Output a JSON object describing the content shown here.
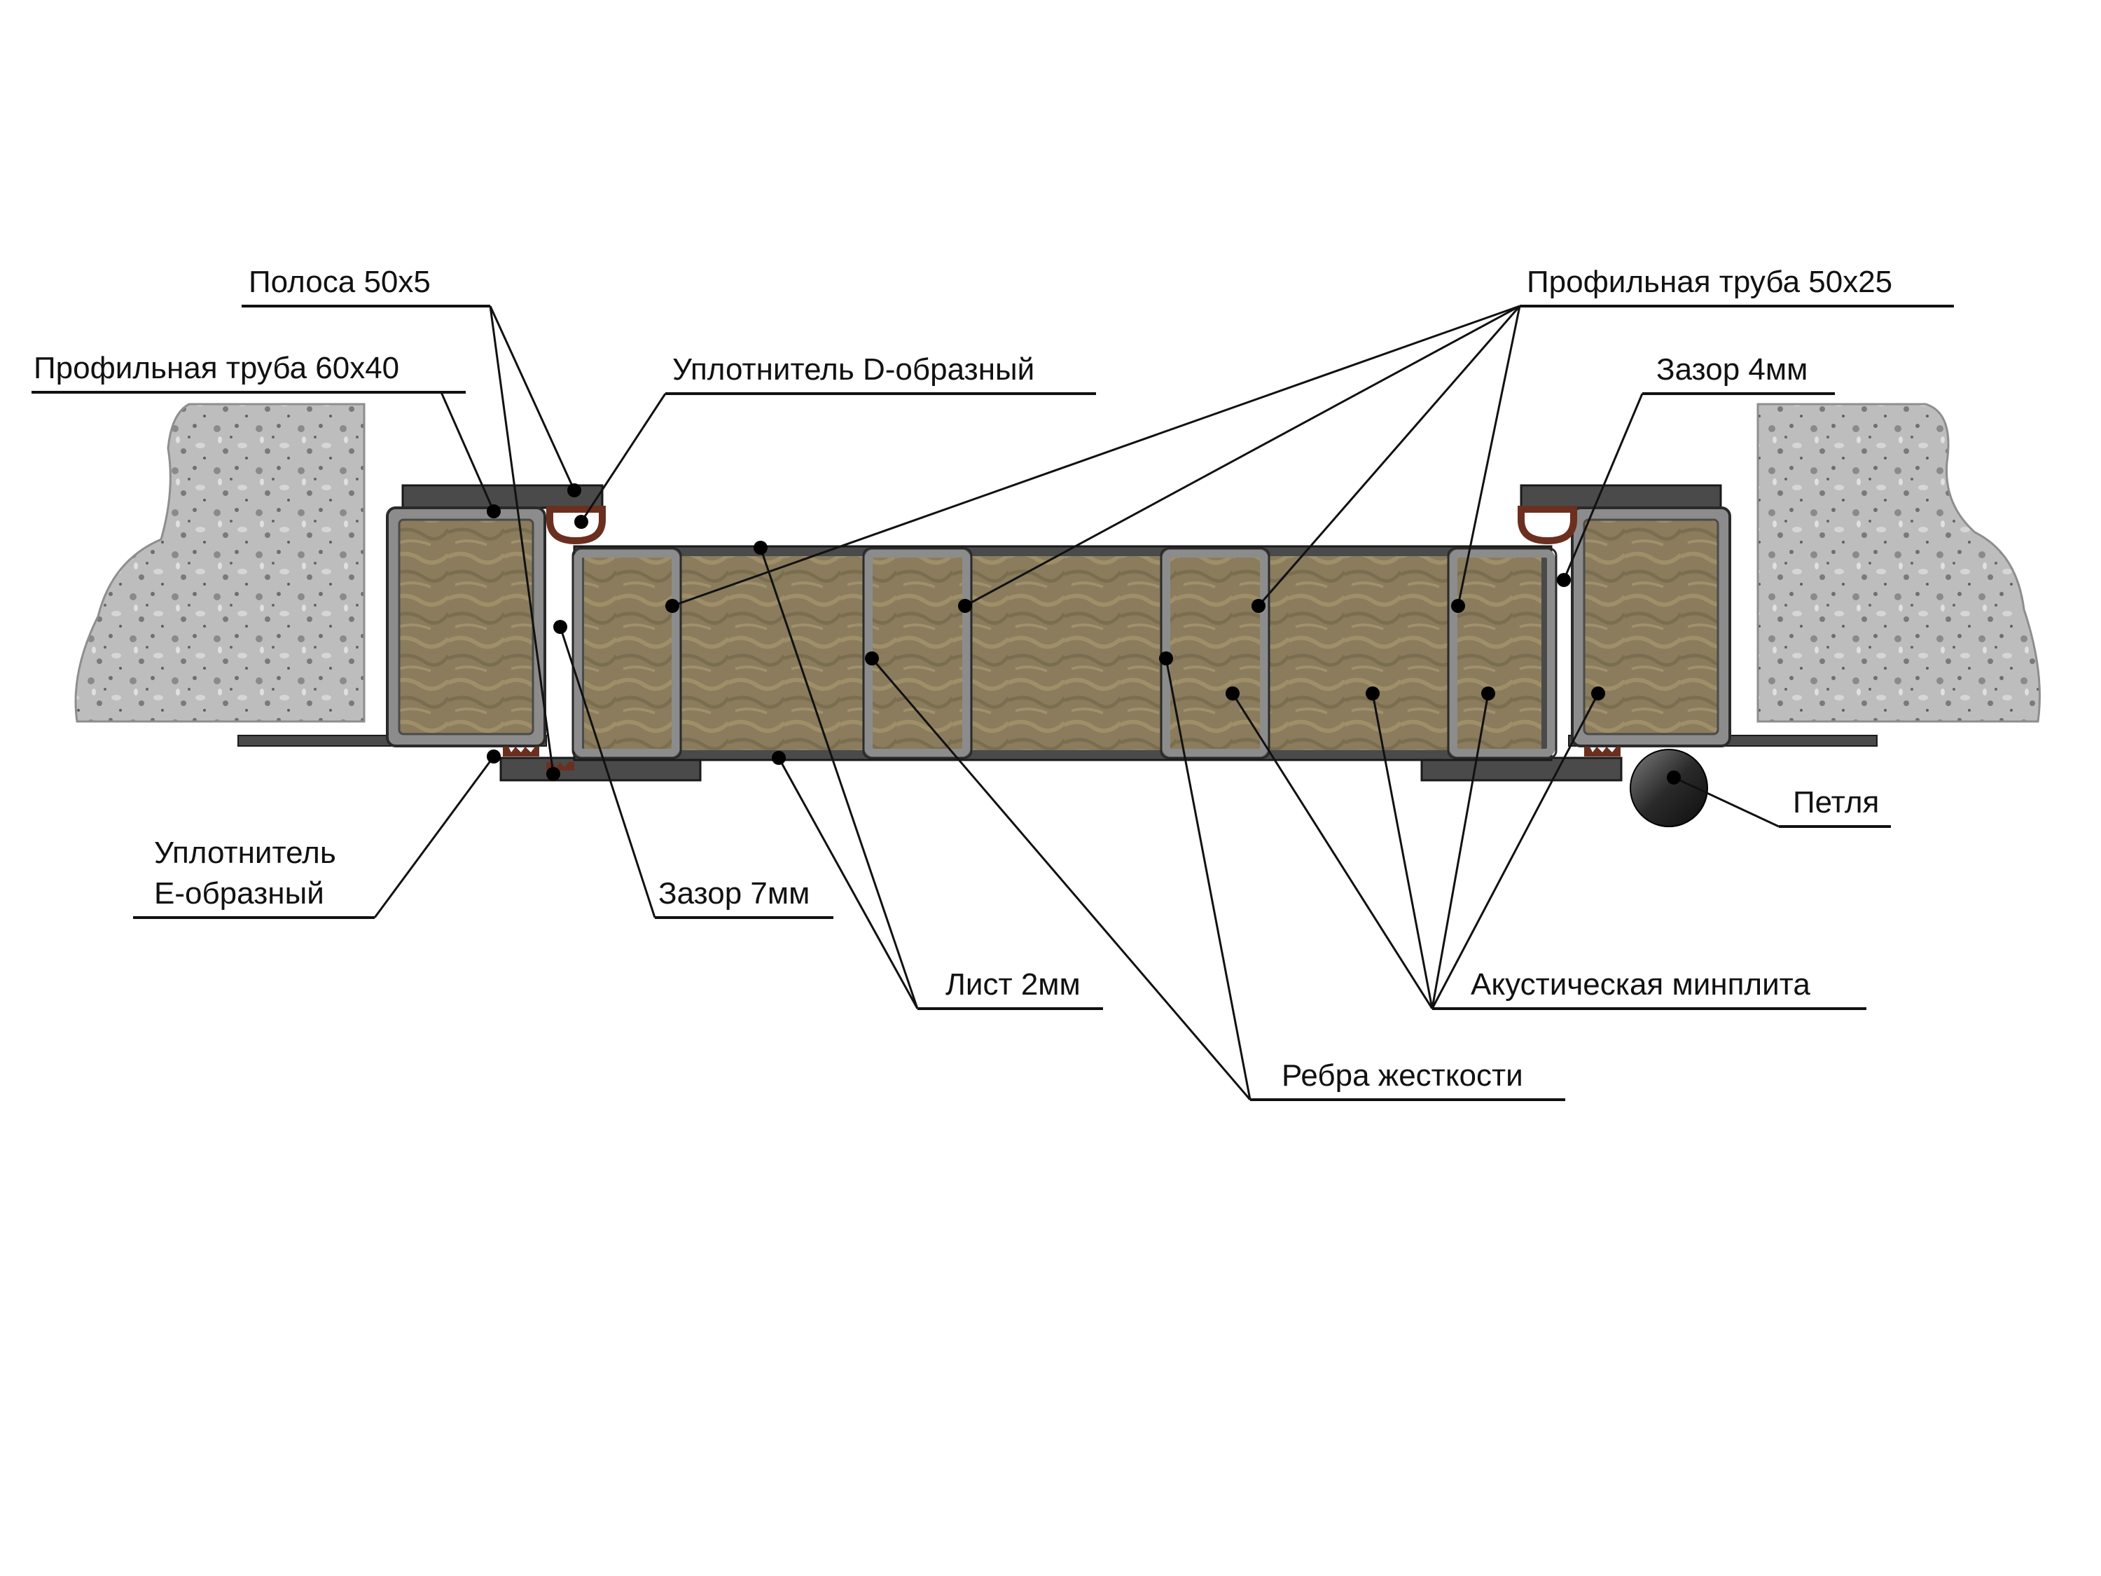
{
  "colors": {
    "concrete": "#bdbdbd",
    "concrete_speckle": "#7a7a7a",
    "steel": "#4a4a4a",
    "steel_light": "#8c8c8c",
    "insulation": "#8a7c5c",
    "insulation_light": "#a8986f",
    "seal": "#6b2f1f",
    "hinge": "#1e1e1e"
  },
  "labels": {
    "strip": "Полоса 50x5",
    "frame_tube": "Профильная труба 60x40",
    "d_seal": "Уплотнитель D-образный",
    "door_tube": "Профильная труба 50x25",
    "gap_4": "Зазор 4мм",
    "hinge": "Петля",
    "e_seal_line1": "Уплотнитель",
    "e_seal_line2": "E-образный",
    "gap_7": "Зазор 7мм",
    "sheet": "Лист 2мм",
    "mineral_wool": "Акустическая минплита",
    "ribs": "Ребра жесткости"
  }
}
